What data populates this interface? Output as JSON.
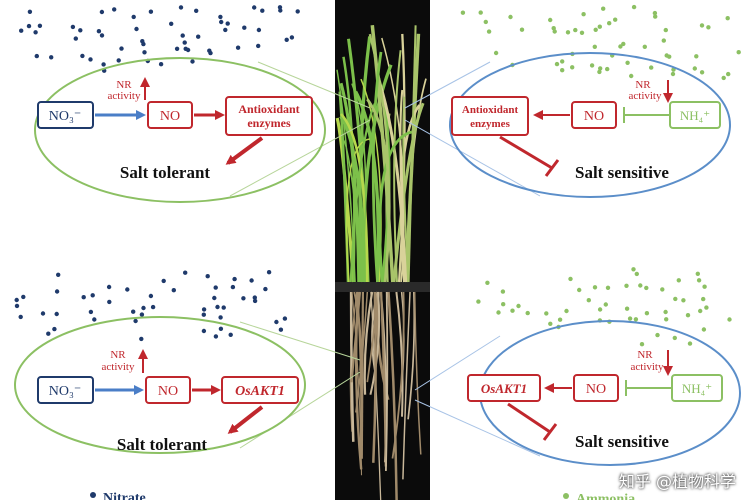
{
  "panels": {
    "top_left": {
      "source": "NO₃⁻",
      "enzyme_note": "NR\nactivity",
      "no": "NO",
      "target_line1": "Antioxidant",
      "target_line2": "enzymes",
      "outcome": "Salt tolerant",
      "dot_color": "#1f3a6b"
    },
    "top_right": {
      "source": "NH₄⁺",
      "enzyme_note": "NR\nactivity",
      "no": "NO",
      "target_line1": "Antioxidant",
      "target_line2": "enzymes",
      "outcome": "Salt sensitive",
      "dot_color": "#8cc063"
    },
    "bottom_left": {
      "source": "NO₃⁻",
      "enzyme_note": "NR\nactivity",
      "no": "NO",
      "target": "OsAKT1",
      "outcome": "Salt tolerant",
      "dot_color": "#1f3a6b"
    },
    "bottom_right": {
      "source": "NH₄⁺",
      "enzyme_note": "NR\nactivity",
      "no": "NO",
      "target": "OsAKT1",
      "outcome": "Salt sensitive",
      "dot_color": "#8cc063"
    }
  },
  "legend": {
    "nitrate": "Nitrate",
    "ammonia": "Ammonia"
  },
  "watermark": "知乎 @植物科学",
  "colors": {
    "nitrate_box": "#1f3a6b",
    "red": "#c0272d",
    "ammonium_box": "#8cc063",
    "left_ellipse": "#8cc063",
    "right_ellipse": "#5b8ec9",
    "blue_arrow": "#4a7ec7"
  }
}
